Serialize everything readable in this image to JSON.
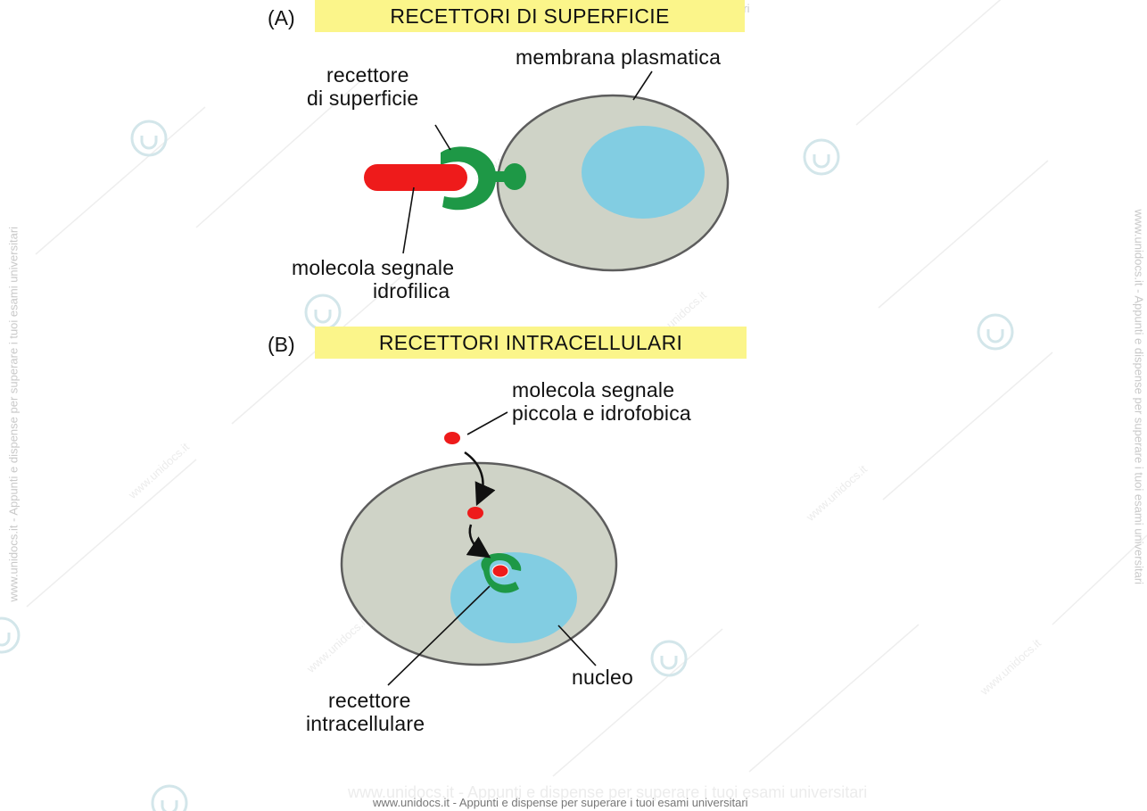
{
  "sectionA": {
    "letter": "(A)",
    "title": "RECETTORI DI SUPERFICIE",
    "labels": {
      "receptor_line1": "recettore",
      "receptor_line2": "di superficie",
      "membrane": "membrana plasmatica",
      "signal_line1": "molecola segnale",
      "signal_line2": "idrofilica"
    }
  },
  "sectionB": {
    "letter": "(B)",
    "title": "RECETTORI INTRACELLULARI",
    "labels": {
      "signal_line1": "molecola segnale",
      "signal_line2": "piccola e idrofobica",
      "receptor_line1": "recettore",
      "receptor_line2": "intracellulare",
      "nucleus": "nucleo"
    }
  },
  "watermark": {
    "footer": "www.unidocs.it - Appunti e dispense per superare i tuoi esami universitari",
    "site": "www.unidocs.it"
  },
  "colors": {
    "banner": "#fbf58a",
    "cell": "#cfd3c7",
    "nucleus": "#82cde2",
    "receptor": "#1e9846",
    "signal": "#ee1b1b"
  }
}
